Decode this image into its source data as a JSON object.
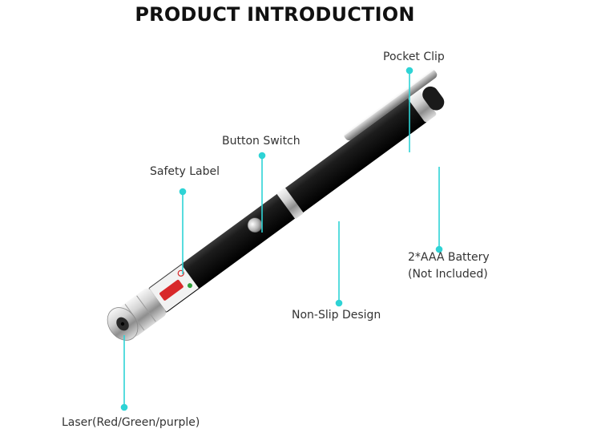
{
  "title": "PRODUCT INTRODUCTION",
  "accent_color": "#2ed3d5",
  "callouts": {
    "pocket_clip": "Pocket Clip",
    "button_switch": "Button Switch",
    "safety_label": "Safety Label",
    "battery_line1": "2*AAA Battery",
    "battery_line2": "(Not Included)",
    "non_slip": "Non-Slip Design",
    "laser": "Laser(Red/Green/purple)"
  }
}
